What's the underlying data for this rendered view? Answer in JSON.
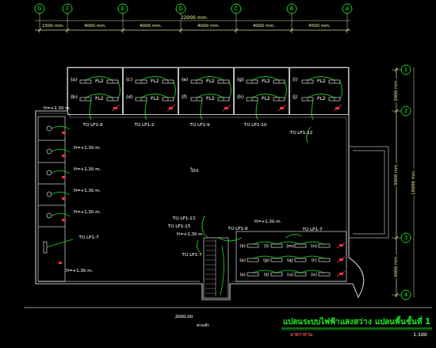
{
  "diagram": {
    "title": "แปลนระบบไฟฟ้าแสงสว่าง แปลนพื้นชั้นที่ 1",
    "nodes": [
      {
        "text": [
          "(a)",
          "FL2",
          "(b)",
          "FL2"
        ]
      },
      {
        "text": [
          "(c)",
          "FL2",
          "(d)",
          "FL2"
        ]
      },
      {
        "text": [
          "(e)",
          "FL2",
          "(f)",
          "FL2"
        ]
      },
      {
        "text": [
          "(g)",
          "FL2",
          "(h)",
          "FL2"
        ]
      },
      {
        "text": [
          "(i)",
          "FL2",
          "(j)",
          "FL2"
        ]
      }
    ],
    "labels": [
      "G",
      "F",
      "E",
      "D",
      "C",
      "B",
      "A",
      "22000 mm.",
      "1500 mm.",
      "4000 mm.",
      "4000 mm.",
      "4000 mm.",
      "4000 mm.",
      "4500 mm.",
      "1",
      "2",
      "3",
      "4",
      "3000 mm.",
      "9000 mm.",
      "4000 mm.",
      "16000 mm.",
      "โถง",
      "TO LP1-8",
      "TO LP1-2",
      "TO LP1-9",
      "TO LP1-10",
      "TO LP1-12",
      "H=+1.30 m.",
      "H=+1.30 m.",
      "H=+1.30 m.",
      "H=+1.30 m.",
      "H=+1.30 m.",
      "TO LP1-7",
      "H=+1.30 m.",
      "TO LP1-13",
      "TO LP1-15",
      "H=+1.30 m.",
      "TO LP1-7",
      "TO LP1-8",
      "H=+1.30 m.",
      "TO LP1-7",
      "(k)",
      "(l)",
      "(m)",
      "(n)",
      "(o)",
      "(p)",
      "(q)",
      "(r)",
      "(s)",
      "(t)",
      "(u)",
      "(v)",
      "มาตราส่วน",
      "1:100",
      "ทางเข้า",
      "2000.00"
    ]
  }
}
